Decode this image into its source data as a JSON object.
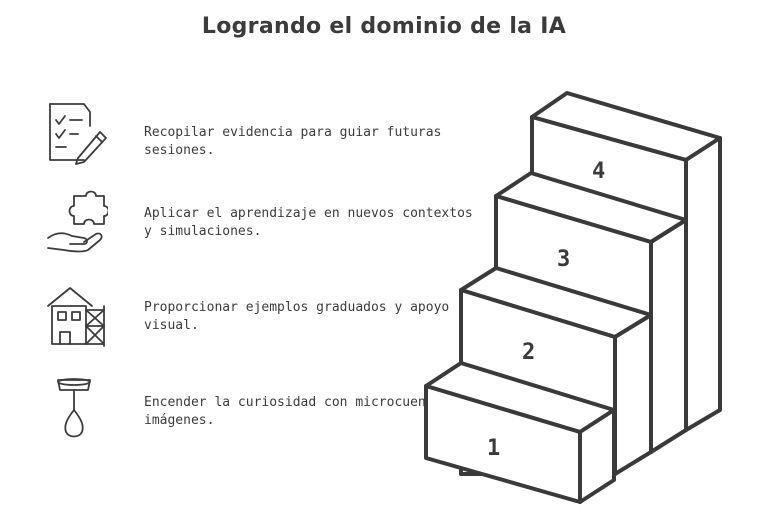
{
  "title": "Logrando el dominio de la IA",
  "steps": [
    {
      "number": "1",
      "text": "Encender la curiosidad con microcuentos o imágenes.",
      "icon": "lamp-icon"
    },
    {
      "number": "2",
      "text": "Proporcionar ejemplos graduados y apoyo visual.",
      "icon": "house-scaffold-icon"
    },
    {
      "number": "3",
      "text": "Aplicar el aprendizaje en nuevos contextos y simulaciones.",
      "icon": "hand-puzzle-icon"
    },
    {
      "number": "4",
      "text": "Recopilar evidencia para guiar futuras sesiones.",
      "icon": "checklist-pencil-icon"
    }
  ]
}
